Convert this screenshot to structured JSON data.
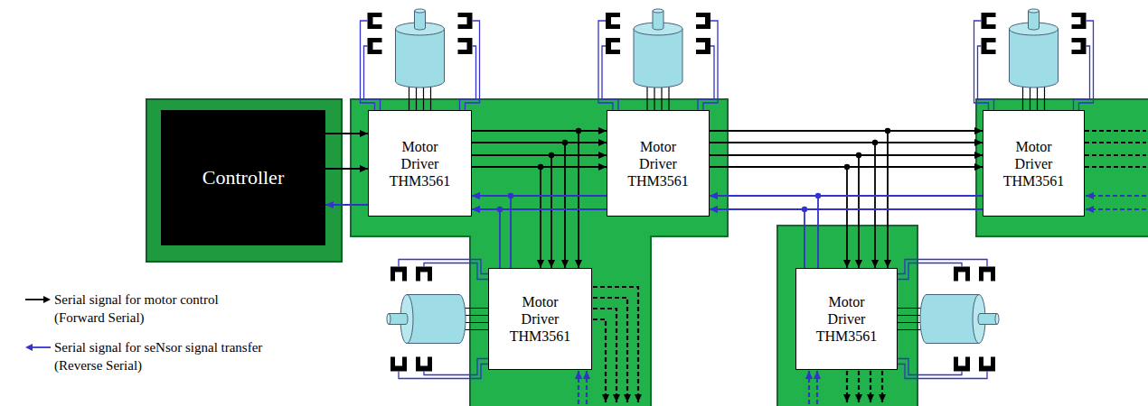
{
  "diagram": {
    "nodes": [
      {
        "text": [
          "Controller"
        ]
      },
      {
        "text": [
          "Motor Driver THM3561"
        ]
      },
      {
        "text": [
          "Motor Driver THM3561"
        ]
      },
      {
        "text": [
          "Motor Driver THM3561"
        ]
      },
      {
        "text": [
          "Motor Driver THM3561"
        ]
      },
      {
        "text": [
          "Motor Driver THM3561"
        ]
      }
    ],
    "edges": [
      {
        "from": 0,
        "to": 1,
        "arrow": "to"
      },
      {
        "from": 0,
        "to": 1,
        "arrow": "to"
      },
      {
        "from": 1,
        "to": 0,
        "arrow": "to"
      },
      {
        "from": 1,
        "to": 2,
        "arrow": "to"
      },
      {
        "from": 1,
        "to": 2,
        "arrow": "to"
      },
      {
        "from": 1,
        "to": 2,
        "arrow": "to"
      },
      {
        "from": 1,
        "to": 2,
        "arrow": "to"
      },
      {
        "from": 1,
        "to": 4,
        "arrow": "to"
      },
      {
        "from": 1,
        "to": 4,
        "arrow": "to"
      },
      {
        "from": 1,
        "to": 4,
        "arrow": "to"
      },
      {
        "from": 1,
        "to": 4,
        "arrow": "to"
      },
      {
        "from": 2,
        "to": 1,
        "arrow": "to"
      },
      {
        "from": 2,
        "to": 1,
        "arrow": "to"
      },
      {
        "from": 4,
        "to": 1,
        "arrow": "to"
      },
      {
        "from": 4,
        "to": 1,
        "arrow": "to"
      },
      {
        "from": 2,
        "to": 3,
        "arrow": "to"
      },
      {
        "from": 2,
        "to": 3,
        "arrow": "to"
      },
      {
        "from": 2,
        "to": 3,
        "arrow": "to"
      },
      {
        "from": 2,
        "to": 3,
        "arrow": "to"
      },
      {
        "from": 2,
        "to": 5,
        "arrow": "to"
      },
      {
        "from": 2,
        "to": 5,
        "arrow": "to"
      },
      {
        "from": 2,
        "to": 5,
        "arrow": "to"
      },
      {
        "from": 2,
        "to": 5,
        "arrow": "to"
      },
      {
        "from": 3,
        "to": 2,
        "arrow": "to"
      },
      {
        "from": 3,
        "to": 2,
        "arrow": "to"
      },
      {
        "from": 5,
        "to": 2,
        "arrow": "to"
      },
      {
        "from": 5,
        "to": 2,
        "arrow": "to"
      }
    ],
    "legend": [
      {
        "text": "Serial signal for motor control (Forward Serial)"
      },
      {
        "text": "Serial signal for seNsor signal transfer (Reverse Serial)"
      }
    ]
  }
}
